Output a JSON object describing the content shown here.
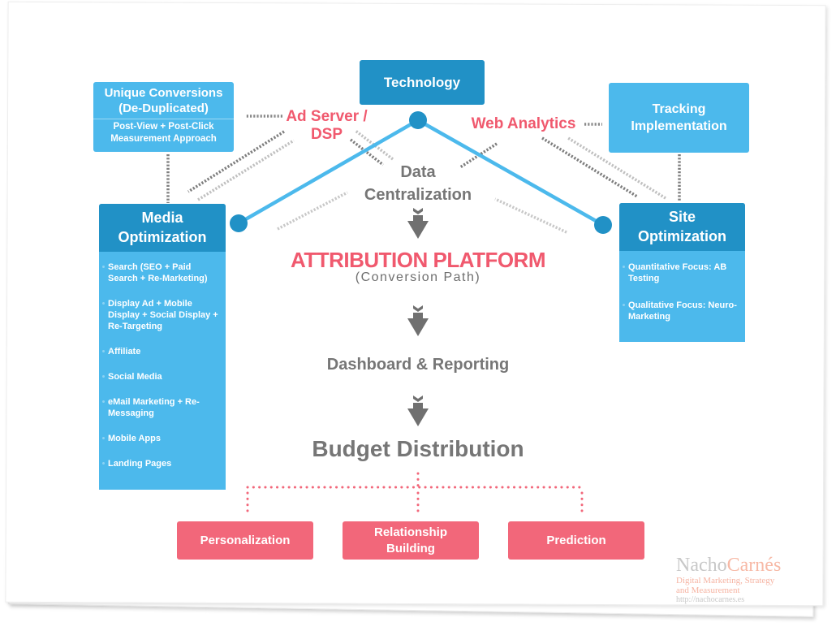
{
  "diagram": {
    "colors": {
      "light_blue": "#4cb9ec",
      "dark_blue": "#2191c6",
      "pink": "#f2677a",
      "red_text": "#f0596e",
      "grey_text": "#767676",
      "connector_line": "#4cb9ec"
    },
    "top": {
      "technology": "Technology",
      "unique_conversions": {
        "title_line1": "Unique Conversions",
        "title_line2": "(De-Duplicated)",
        "sub_line1": "Post-View + Post-Click",
        "sub_line2": "Measurement Approach"
      },
      "tracking": {
        "line1": "Tracking",
        "line2": "Implementation"
      }
    },
    "labels": {
      "ad_server_line1": "Ad Server /",
      "ad_server_line2": "DSP",
      "web_analytics": "Web Analytics",
      "data_centralization_line1": "Data",
      "data_centralization_line2": "Centralization"
    },
    "media_optimization": {
      "title_line1": "Media",
      "title_line2": "Optimization",
      "items": [
        "Search (SEO + Paid Search + Re-Marketing)",
        "Display Ad + Mobile  Display + Social Display + Re-Targeting",
        "Affiliate",
        "Social Media",
        "eMail Marketing + Re-Messaging",
        "Mobile Apps",
        "Landing Pages"
      ]
    },
    "site_optimization": {
      "title_line1": "Site",
      "title_line2": "Optimization",
      "items": [
        "Quantitative Focus: AB Testing",
        "Qualitative  Focus: Neuro-Marketing"
      ]
    },
    "flow": {
      "attribution_title": "ATTRIBUTION PLATFORM",
      "attribution_sub": "(Conversion Path)",
      "dashboard": "Dashboard & Reporting",
      "budget": "Budget Distribution"
    },
    "outcomes": {
      "personalization": "Personalization",
      "relationship_line1": "Relationship",
      "relationship_line2": "Building",
      "prediction": "Prediction"
    },
    "watermark": {
      "name_part1": "Nacho",
      "name_part2": "Carnés",
      "tagline_line1": "Digital Marketing, Strategy",
      "tagline_line2": "and Measurement",
      "url": "http://nachocarnes.es"
    }
  }
}
